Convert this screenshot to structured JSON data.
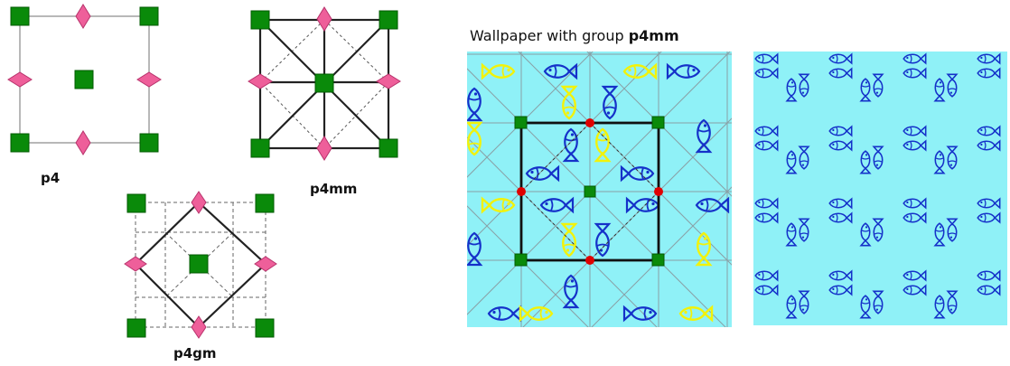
{
  "diagrams": {
    "p4": {
      "label": "p4"
    },
    "p4mm": {
      "label": "p4mm"
    },
    "p4gm": {
      "label": "p4gm"
    }
  },
  "wallpaper": {
    "caption_prefix": "Wallpaper with group ",
    "caption_group": "p4mm"
  },
  "colors": {
    "square": "#0a8a0a",
    "square_border": "#005a00",
    "diamond": "#ee5f9a",
    "diamond_border": "#b8336c",
    "background": "#8ff1f7",
    "fish_blue": "#1531c9",
    "fish_yellow": "#f2f20a",
    "grid_line": "#8aa0a6",
    "red_dot": "#e00000"
  },
  "icons": {
    "square": "green-square-icon",
    "diamond": "pink-diamond-icon",
    "fish": "fish-icon"
  }
}
